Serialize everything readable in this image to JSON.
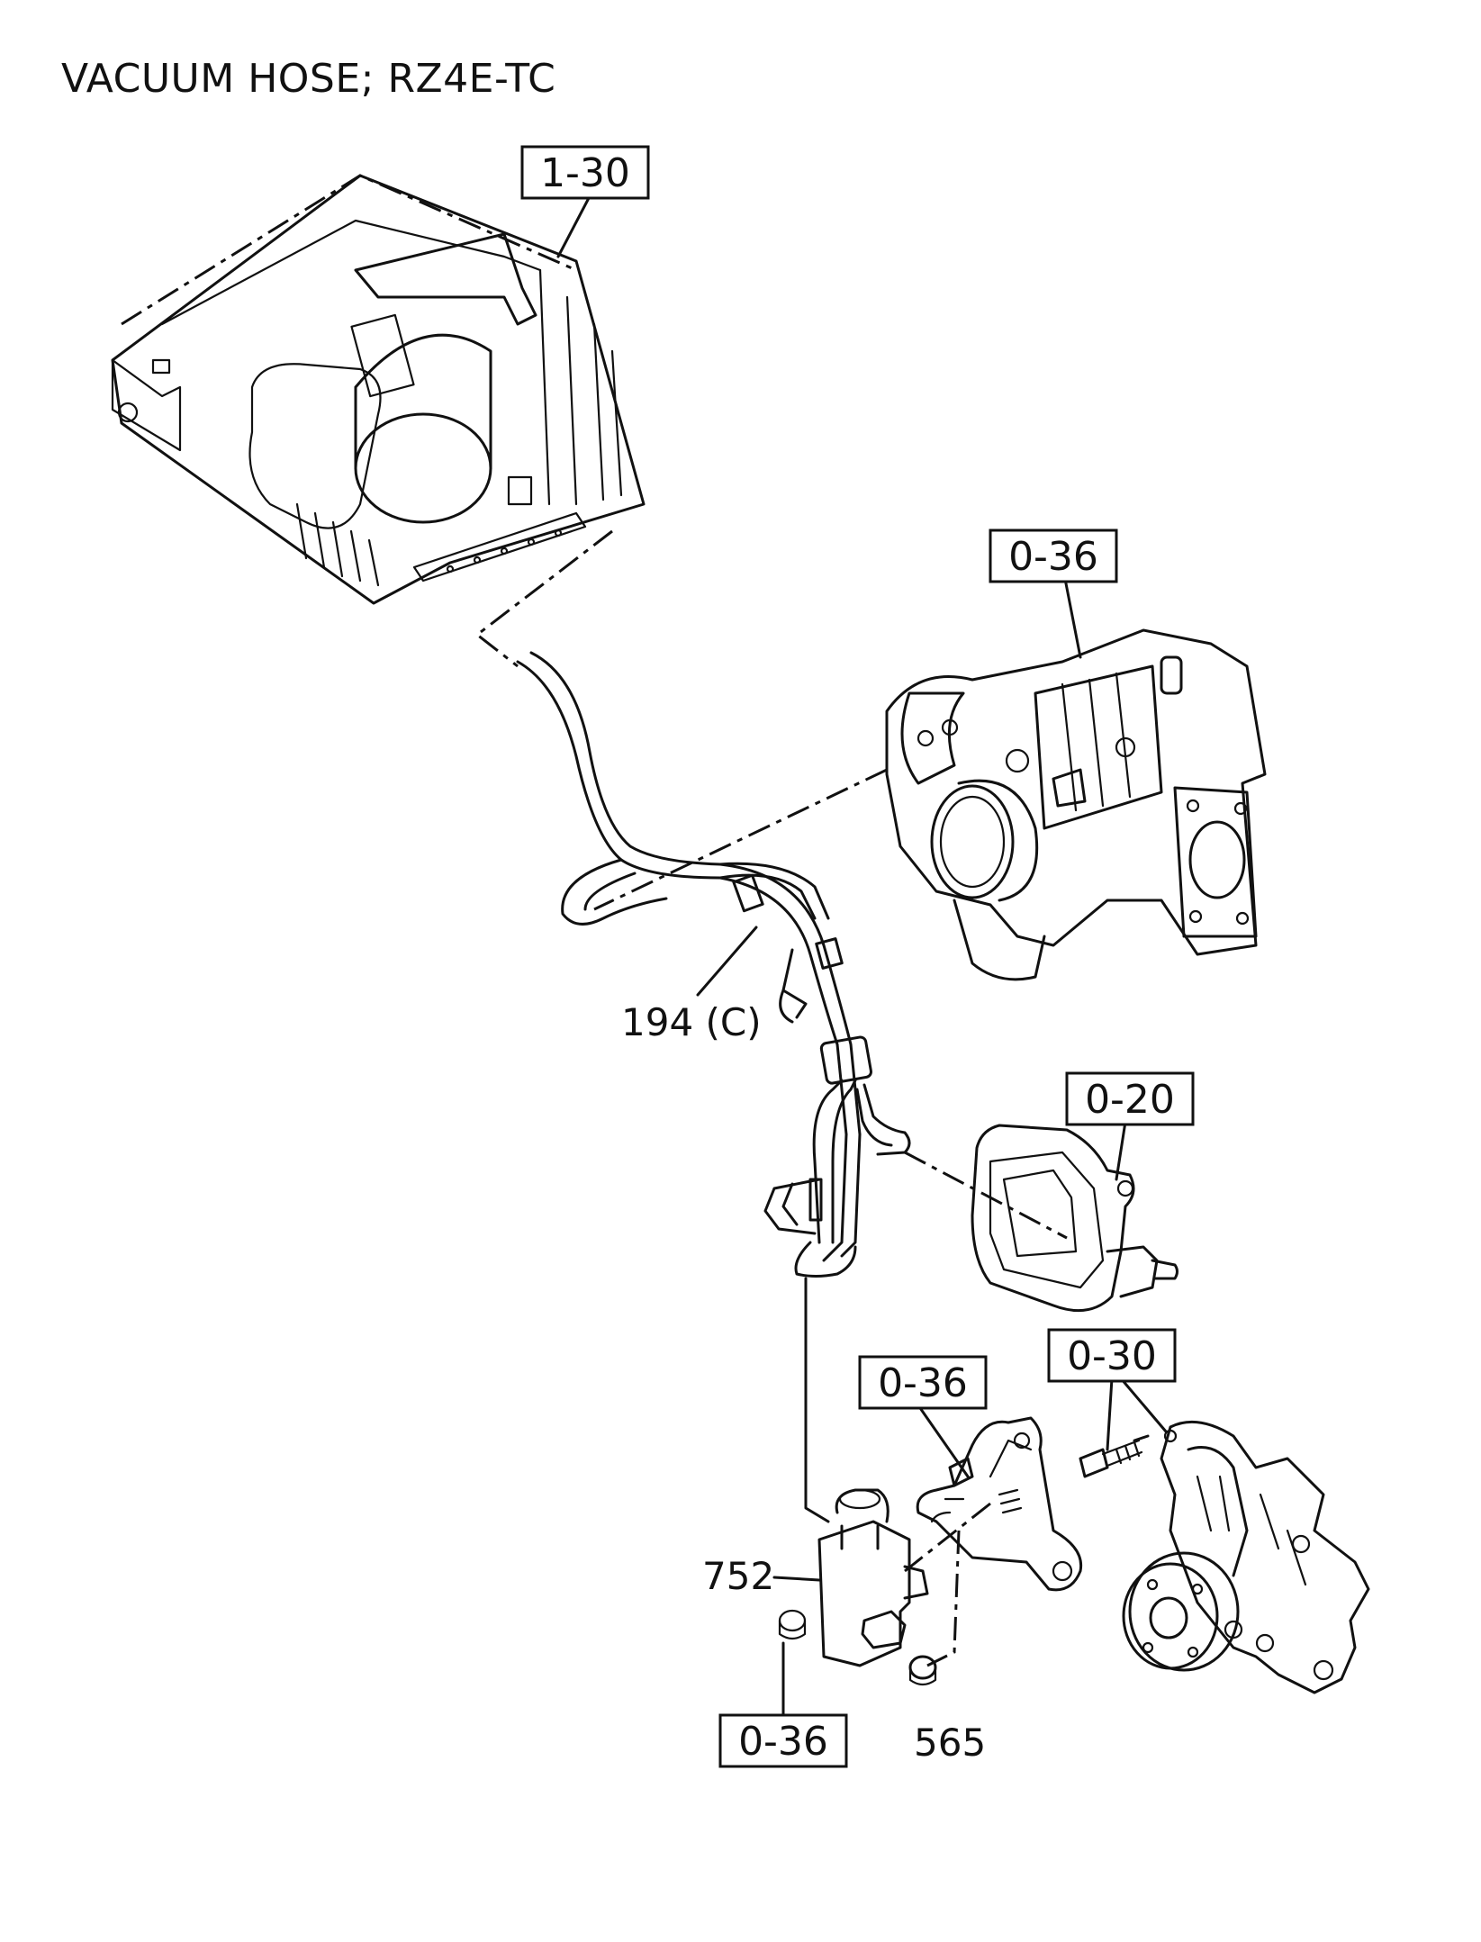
{
  "title": "VACUUM HOSE; RZ4E-TC",
  "callouts": {
    "air_cleaner": "1-30",
    "turbocharger": "0-36",
    "vacuum_pump": "0-20",
    "bracket": "0-36",
    "water_pump": "0-30",
    "nut": "0-36"
  },
  "part_numbers": {
    "hose": "194 (C)",
    "solenoid_valve": "752",
    "nut": "565"
  }
}
